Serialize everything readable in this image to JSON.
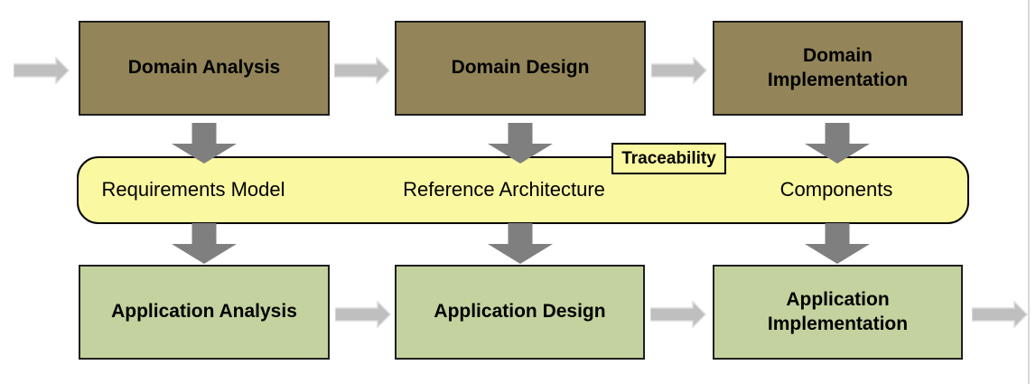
{
  "top_row": {
    "boxes": [
      {
        "label": "Domain Analysis"
      },
      {
        "label": "Domain Design"
      },
      {
        "label": "Domain Implementation"
      }
    ]
  },
  "middle_band": {
    "tag": "Traceability",
    "labels": [
      "Requirements Model",
      "Reference Architecture",
      "Components"
    ]
  },
  "bottom_row": {
    "boxes": [
      {
        "label": "Application Analysis"
      },
      {
        "label": "Application Design"
      },
      {
        "label": "Application Implementation"
      }
    ]
  },
  "icons": {
    "flow_arrow": "right-block-arrow",
    "mapping_arrow": "down-block-arrow"
  },
  "colors": {
    "domain_box_fill": "#938559",
    "application_box_fill": "#C3D29E",
    "band_fill": "#FBF8A2",
    "box_border": "#1F1F1F",
    "band_border": "#000000",
    "flow_arrow_fill": "#BFBFBF",
    "flow_arrow_stroke": "#DCDCDC",
    "mapping_arrow_fill": "#7F7F7F",
    "page_edge_line": "#D9D9D9",
    "text": "#000000"
  }
}
